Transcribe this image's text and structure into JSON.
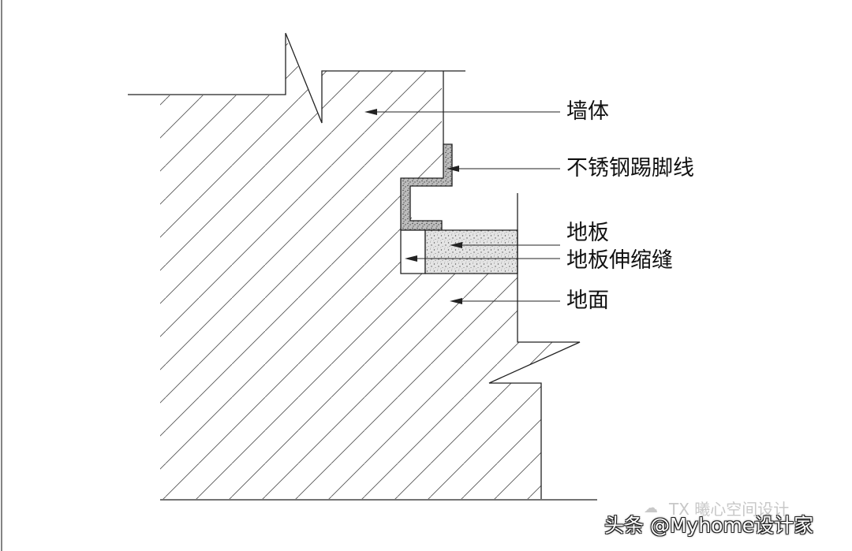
{
  "labels": {
    "wall": "墙体",
    "baseboard": "不锈钢踢脚线",
    "floor": "地板",
    "expansion_joint": "地板伸缩缝",
    "ground": "地面"
  },
  "watermarks": {
    "wechat_icon": "wechat-icon",
    "wechat_text": "TX 曦心空间设计",
    "toutiao_text": "头条 @Myhome设计家"
  },
  "colors": {
    "line": "#222222",
    "hatch": "#555555",
    "speckle_fill": "#dcdcdc"
  }
}
